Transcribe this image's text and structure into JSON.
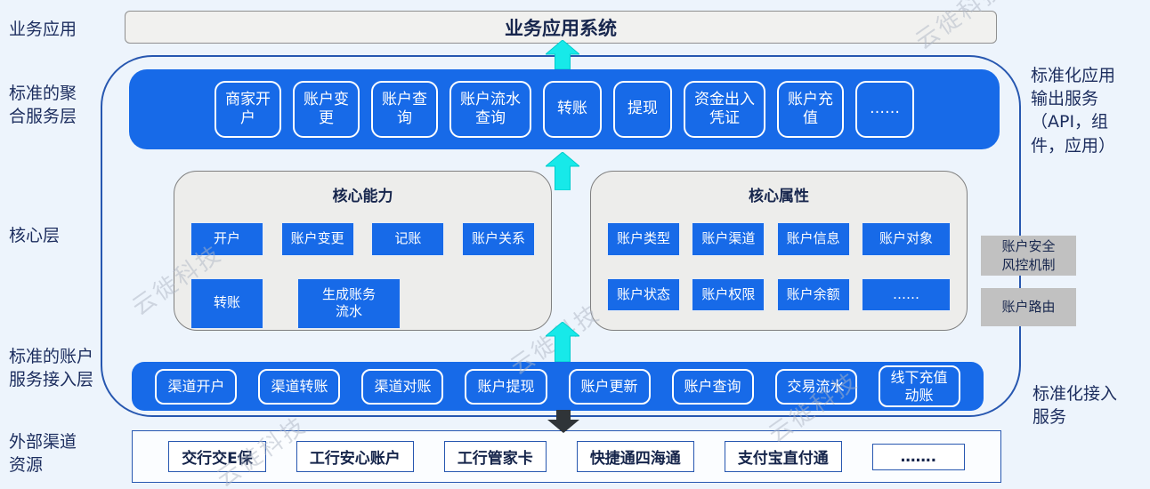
{
  "watermark_text": "云徙科技",
  "left_labels": {
    "business_app": "业务应用",
    "aggregation": "标准的聚\n合服务层",
    "core": "核心层",
    "access": "标准的账户\n服务接入层",
    "external": "外部渠道\n资源"
  },
  "right_labels": {
    "output_service": "标准化应用\n输出服务\n（API，组\n件，应用）",
    "access_service": "标准化接入\n服务"
  },
  "business_app_system": {
    "title": "业务应用系统"
  },
  "aggregation_layer": {
    "services": [
      "商家开\n户",
      "账户变\n更",
      "账户查\n询",
      "账户流水\n查询",
      "转账",
      "提现",
      "资金出入\n凭证",
      "账户充\n值",
      "……"
    ]
  },
  "core_layer": {
    "capabilities": {
      "title": "核心能力",
      "row1": [
        "开户",
        "账户变更",
        "记账",
        "账户关系"
      ],
      "row2": [
        "转账",
        "生成账务\n流水"
      ]
    },
    "attributes": {
      "title": "核心属性",
      "row1": [
        "账户类型",
        "账户渠道",
        "账户信息",
        "账户对象"
      ],
      "row2": [
        "账户状态",
        "账户权限",
        "账户余额",
        "……"
      ]
    }
  },
  "side_boxes": {
    "risk": "账户安全\n风控机制",
    "routing": "账户路由"
  },
  "access_layer": {
    "services": [
      "渠道开户",
      "渠道转账",
      "渠道对账",
      "账户提现",
      "账户更新",
      "账户查询",
      "交易流水",
      "线下充值\n动账"
    ]
  },
  "external_resources": {
    "items": [
      "交行交E保",
      "工行安心账户",
      "工行管家卡",
      "快捷通四海通",
      "支付宝直付通",
      "……."
    ]
  },
  "colors": {
    "primary_blue": "#176AE8",
    "cyan_arrow": "#17E9E9",
    "navy_text": "#1C2D5E",
    "container_border": "#2757B0",
    "gray_panel": "#EDEDEB",
    "silver_box": "#C1C1C1"
  }
}
